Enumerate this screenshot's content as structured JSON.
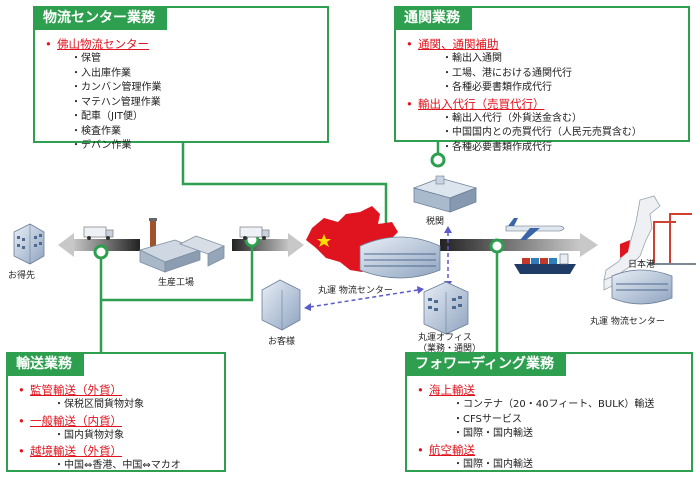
{
  "boxes": {
    "warehouse": {
      "title": "物流センター業務",
      "heading": "佛山物流センター",
      "bullet": "•",
      "items": [
        "・保管",
        "・入出庫作業",
        "・カンバン管理作業",
        "・マテハン管理作業",
        "・配車（JIT便）",
        "・検査作業",
        "・デバン作業"
      ]
    },
    "customs": {
      "title": "通関業務",
      "bullet": "•",
      "groups": [
        {
          "heading": "通関、通関補助",
          "items": [
            "・輸出入通関",
            "・工場、港における通関代行",
            "・各種必要書類作成代行"
          ]
        },
        {
          "heading": "輸出入代行（売買代行）",
          "items": [
            "・輸出入代行（外貨送金含む）",
            "・中国国内との売買代行（人民元売買含む）",
            "・各種必要書類作成代行"
          ]
        }
      ]
    },
    "transport": {
      "title": "輸送業務",
      "bullet": "•",
      "groups": [
        {
          "heading": "監管輸送（外貨）",
          "items": [
            "・保税区間貨物対象"
          ]
        },
        {
          "heading": "一般輸送（内貨）",
          "items": [
            "・国内貨物対象"
          ]
        },
        {
          "heading": "越境輸送（外貨）",
          "items": [
            "・中国⇔香港、中国⇔マカオ"
          ]
        }
      ]
    },
    "forwarding": {
      "title": "フォワーディング業務",
      "bullet": "•",
      "groups": [
        {
          "heading": "海上輸送",
          "items": [
            "・コンテナ（20・40フィート、BULK）輸送",
            "・CFSサービス",
            "・国際・国内輸送"
          ]
        },
        {
          "heading": "航空輸送",
          "items": [
            "・国際・国内輸送"
          ]
        }
      ]
    }
  },
  "labels": {
    "customer": "お得先",
    "factory": "生産工場",
    "customs_office": "税関",
    "center": "丸運 物流センター",
    "client": "お客様",
    "office_line1": "丸運オフィス",
    "office_line2": "（業務・通関）",
    "japan_port": "日本港",
    "japan_center": "丸運 物流センター"
  },
  "colors": {
    "green": "#2e9e4f",
    "red": "#e0141e",
    "arrow_gray": "#8c8c8c",
    "dashed": "#5a5acc"
  },
  "icons": [
    "building-icon",
    "factory-icon",
    "truck-icon",
    "china-map-icon",
    "japan-map-icon",
    "airplane-icon",
    "ship-icon",
    "crane-icon"
  ]
}
